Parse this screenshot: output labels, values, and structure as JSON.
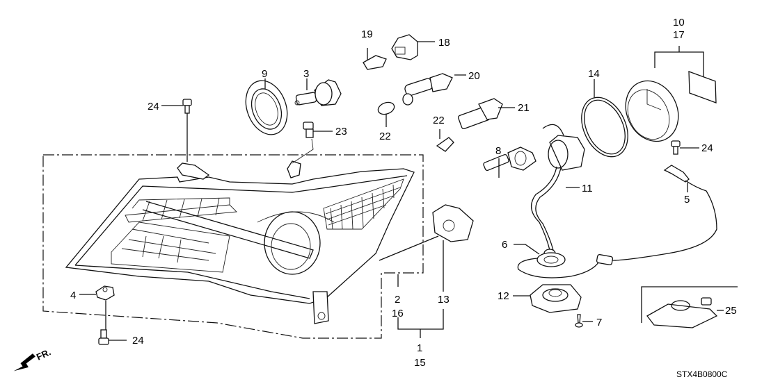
{
  "diagram": {
    "title": "Headlight assembly exploded parts diagram",
    "code": "STX4B0800C",
    "direction_label": "FR.",
    "callouts": [
      {
        "id": "c1",
        "label": "1"
      },
      {
        "id": "c15",
        "label": "15"
      },
      {
        "id": "c2",
        "label": "2"
      },
      {
        "id": "c16",
        "label": "16"
      },
      {
        "id": "c3",
        "label": "3"
      },
      {
        "id": "c4",
        "label": "4"
      },
      {
        "id": "c5",
        "label": "5"
      },
      {
        "id": "c6",
        "label": "6"
      },
      {
        "id": "c7",
        "label": "7"
      },
      {
        "id": "c8",
        "label": "8"
      },
      {
        "id": "c9",
        "label": "9"
      },
      {
        "id": "c10",
        "label": "10"
      },
      {
        "id": "c17",
        "label": "17"
      },
      {
        "id": "c11",
        "label": "11"
      },
      {
        "id": "c12",
        "label": "12"
      },
      {
        "id": "c13",
        "label": "13"
      },
      {
        "id": "c14",
        "label": "14"
      },
      {
        "id": "c18",
        "label": "18"
      },
      {
        "id": "c19",
        "label": "19"
      },
      {
        "id": "c20",
        "label": "20"
      },
      {
        "id": "c21",
        "label": "21"
      },
      {
        "id": "c22a",
        "label": "22"
      },
      {
        "id": "c22b",
        "label": "22"
      },
      {
        "id": "c23",
        "label": "23"
      },
      {
        "id": "c24a",
        "label": "24"
      },
      {
        "id": "c24b",
        "label": "24"
      },
      {
        "id": "c24c",
        "label": "24"
      },
      {
        "id": "c25",
        "label": "25"
      }
    ]
  }
}
